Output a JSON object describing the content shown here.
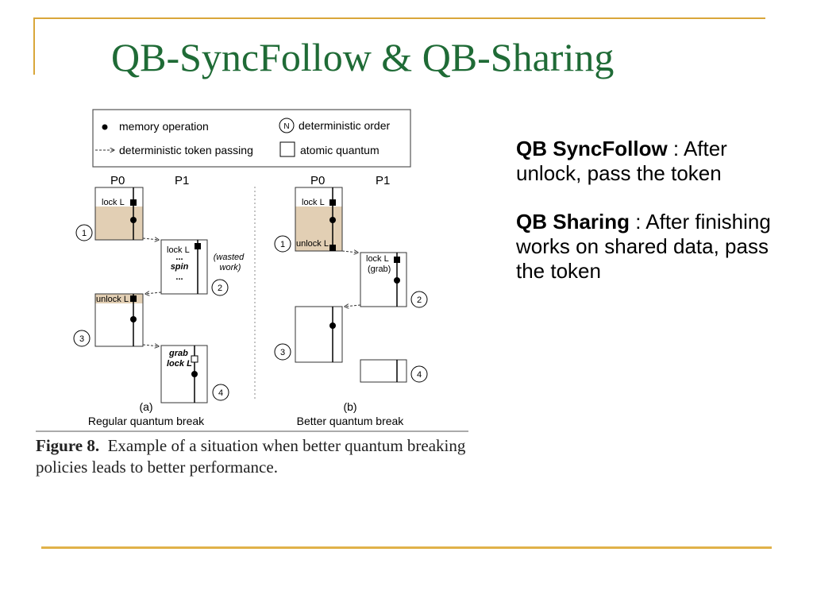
{
  "slide": {
    "title": "QB-SyncFollow & QB-Sharing"
  },
  "figure": {
    "legend": {
      "memory_op": "memory operation",
      "det_order": "deterministic order",
      "det_order_symbol": "N",
      "token_passing": "deterministic token passing",
      "atomic_quantum": "atomic quantum"
    },
    "a": {
      "p0": "P0",
      "p1": "P1",
      "lock1": "lock L",
      "lock2": "lock L",
      "dots1": "...",
      "spin": "spin",
      "dots2": "...",
      "wasted1": "(wasted",
      "wasted2": "work)",
      "unlock": "unlock L",
      "grab": "grab",
      "grab_lock": "lock L",
      "n1": "1",
      "n2": "2",
      "n3": "3",
      "n4": "4",
      "label": "(a)",
      "name": "Regular quantum break"
    },
    "b": {
      "p0": "P0",
      "p1": "P1",
      "lock1": "lock L",
      "unlock": "unlock L",
      "lock2": "lock L",
      "grab": "(grab)",
      "n1": "1",
      "n2": "2",
      "n3": "3",
      "n4": "4",
      "label": "(b)",
      "name": "Better quantum break"
    },
    "caption_bold": "Figure 8.",
    "caption_text": "Example of a situation when better quantum breaking policies leads to better performance."
  },
  "bullets": [
    {
      "term": "QB SyncFollow",
      "sep": " : ",
      "text": "After unlock, pass the token"
    },
    {
      "term": "QB Sharing",
      "sep": " : ",
      "text": "After finishing works on shared data, pass the token"
    }
  ],
  "colors": {
    "accent": "#d9a63a",
    "title": "#1f6b36",
    "fill": "#e2cfb4"
  }
}
